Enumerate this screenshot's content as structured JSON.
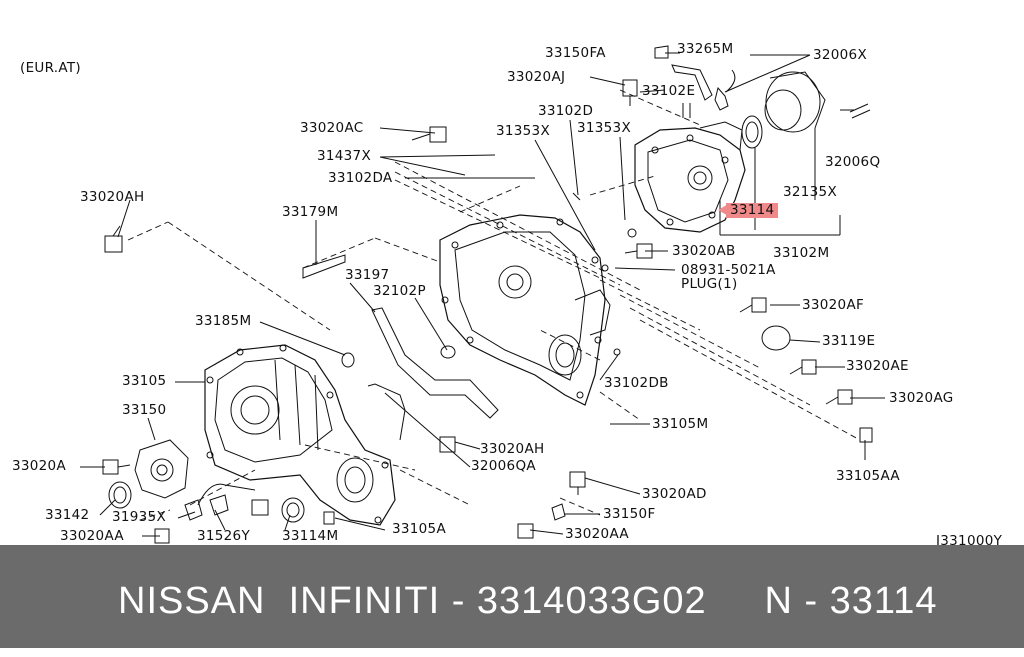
{
  "diagram": {
    "variant": "(EUR.AT)",
    "figure_code": "J331000Y",
    "highlight_color": "#f08a8a",
    "parts": [
      {
        "id": "p01",
        "code": "33150FA"
      },
      {
        "id": "p02",
        "code": "33265M"
      },
      {
        "id": "p03",
        "code": "32006X"
      },
      {
        "id": "p04",
        "code": "33020AJ"
      },
      {
        "id": "p05",
        "code": "33102E"
      },
      {
        "id": "p06",
        "code": "33102D"
      },
      {
        "id": "p07",
        "code": "33020AC"
      },
      {
        "id": "p08",
        "code": "31353X"
      },
      {
        "id": "p09",
        "code": "31353X"
      },
      {
        "id": "p10",
        "code": "32006Q"
      },
      {
        "id": "p11",
        "code": "31437X"
      },
      {
        "id": "p12",
        "code": "33102DA"
      },
      {
        "id": "p13",
        "code": "32135X"
      },
      {
        "id": "p14",
        "code": "33020AH"
      },
      {
        "id": "p15",
        "code": "33114"
      },
      {
        "id": "p16",
        "code": "33179M"
      },
      {
        "id": "p17",
        "code": "33020AB"
      },
      {
        "id": "p18",
        "code": "33102M"
      },
      {
        "id": "p19",
        "code": "33197"
      },
      {
        "id": "p20",
        "code": "08931-5021A"
      },
      {
        "id": "p21",
        "code": "PLUG(1)"
      },
      {
        "id": "p22",
        "code": "32102P"
      },
      {
        "id": "p23",
        "code": "33020AF"
      },
      {
        "id": "p24",
        "code": "33185M"
      },
      {
        "id": "p25",
        "code": "33119E"
      },
      {
        "id": "p26",
        "code": "33020AE"
      },
      {
        "id": "p27",
        "code": "33105"
      },
      {
        "id": "p28",
        "code": "33102DB"
      },
      {
        "id": "p29",
        "code": "33020AG"
      },
      {
        "id": "p30",
        "code": "33150"
      },
      {
        "id": "p31",
        "code": "33105M"
      },
      {
        "id": "p32",
        "code": "33020AH"
      },
      {
        "id": "p33",
        "code": "32006QA"
      },
      {
        "id": "p34",
        "code": "33020A"
      },
      {
        "id": "p35",
        "code": "33105AA"
      },
      {
        "id": "p36",
        "code": "33020AD"
      },
      {
        "id": "p37",
        "code": "33142"
      },
      {
        "id": "p38",
        "code": "31935X"
      },
      {
        "id": "p39",
        "code": "33150F"
      },
      {
        "id": "p40",
        "code": "33020AA"
      },
      {
        "id": "p41",
        "code": "31526Y"
      },
      {
        "id": "p42",
        "code": "33114M"
      },
      {
        "id": "p43",
        "code": "33105A"
      },
      {
        "id": "p44",
        "code": "33020AA"
      }
    ]
  },
  "footer": {
    "text": "NISSAN  INFINITI - 3314033G02     N - 33114",
    "background": "#6b6b6b"
  }
}
